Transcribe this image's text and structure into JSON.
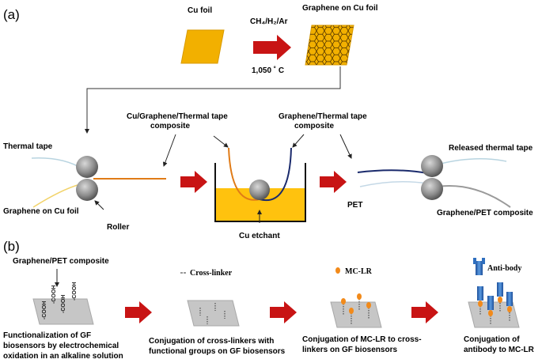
{
  "panel_a": {
    "label": "(a)",
    "cu_foil": "Cu foil",
    "graphene_on_cu_top": "Graphene on Cu foil",
    "gas": "CH₄/H₂/Ar",
    "temperature": "1,050 ˚ C",
    "cu_graphene_tape_line1": "Cu/Graphene/Thermal tape",
    "cu_graphene_tape_line2": "composite",
    "graphene_tape_line1": "Graphene/Thermal tape",
    "graphene_tape_line2": "composite",
    "thermal_tape": "Thermal tape",
    "graphene_on_cu_left": "Graphene on Cu foil",
    "roller": "Roller",
    "cu_etchant": "Cu etchant",
    "pet": "PET",
    "released_tape": "Released thermal tape",
    "graphene_pet": "Graphene/PET composite"
  },
  "panel_b": {
    "label": "(b)",
    "graphene_pet": "Graphene/PET composite",
    "cooh": "-COOH",
    "cross_linker": "Cross-linker",
    "mc_lr": "MC-LR",
    "antibody": "Anti-body",
    "step1_line1": "Functionalization of GF",
    "step1_line2": "biosensors by electrochemical",
    "step1_line3": "oxidation in an alkaline solution",
    "step2_line1": "Conjugation of cross-linkers with",
    "step2_line2": "functional groups on GF biosensors",
    "step3_line1": "Conjugation of MC-LR to cross-",
    "step3_line2": "linkers on GF biosensors",
    "step4_line1": "Conjugation of",
    "step4_line2": "antibody to MC-LR"
  },
  "colors": {
    "arrow": "#c81414",
    "foil": "#f2b000",
    "etchant": "#ffc20e",
    "copper_line": "#e07b17",
    "graphene_line": "#1a2a6c",
    "roller": "#8c8c8c",
    "substrate": "#c6c6c6",
    "mclr": "#f28a1a",
    "antibody": "#2f6fbf"
  }
}
